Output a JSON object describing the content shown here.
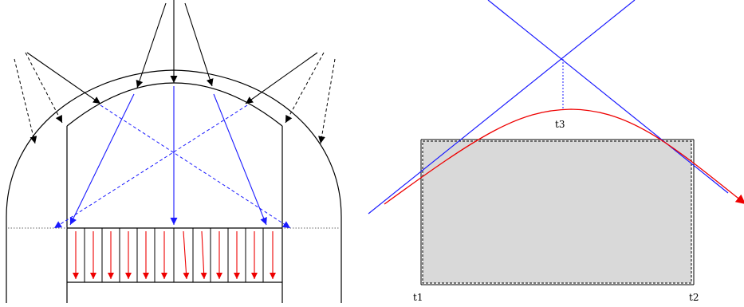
{
  "labels": {
    "t1": "t1",
    "t2": "t2",
    "t3": "t3"
  },
  "colors": {
    "ink": "#000000",
    "blue": "#1a1aff",
    "red": "#ee0000",
    "fill": "#d9d9d9"
  }
}
